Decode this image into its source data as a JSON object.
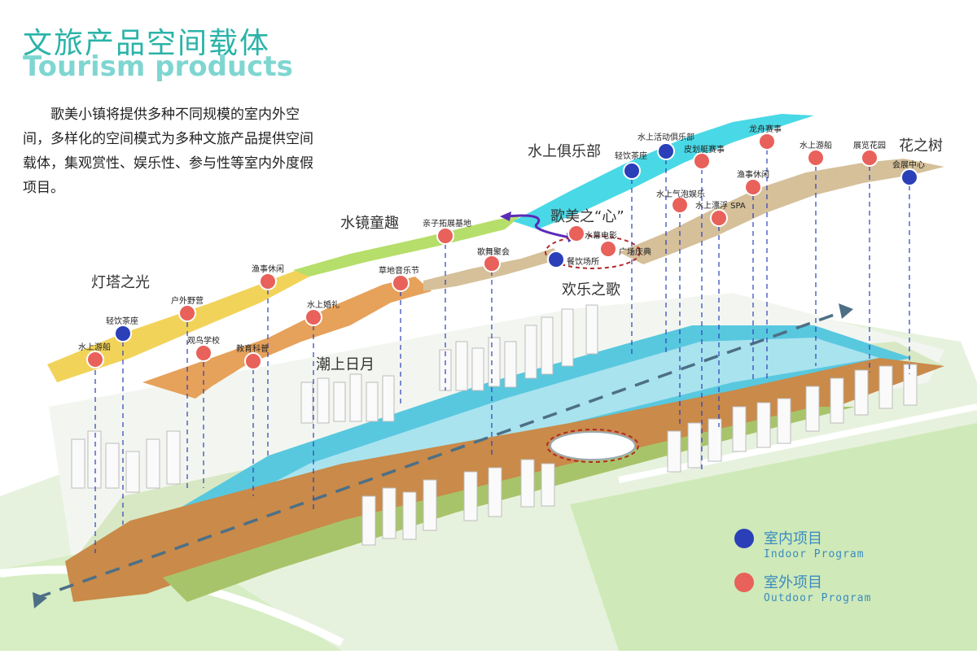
{
  "title": {
    "cn": "文旅产品空间载体",
    "en": "Tourism products"
  },
  "description": "歌美小镇将提供多种不同规模的室内外空间，多样化的空间模式为多种文旅产品提供空间载体，集观赏性、娱乐性、参与性等室内外度假项目。",
  "zones": {
    "lighthouse": "灯塔之光",
    "water_mirror": "水镜童趣",
    "water_club": "水上俱乐部",
    "flower_tree": "花之树",
    "heart": "歌美之“心”",
    "joy_song": "欢乐之歌",
    "tide": "潮上日月"
  },
  "items": {
    "water_boat_1": "水上游船",
    "light_tea_1": "轻饮茶座",
    "outdoor_camp": "户外野营",
    "fishing_leisure_1": "渔事休闲",
    "bird_school": "观鸟学校",
    "education": "教育科普",
    "water_wedding": "水上婚礼",
    "lawn_music": "草地音乐节",
    "parent_child": "亲子拓展基地",
    "song_dance": "歌舞聚会",
    "water_cinema": "水幕电影",
    "dining": "餐饮场所",
    "plaza_ceremony": "广场庆典",
    "light_tea_2": "轻饮茶座",
    "water_club_item": "水上活动俱乐部",
    "canoe": "皮划艇赛事",
    "bubble": "水上气泡娱乐",
    "floating_spa": "水上漂浮 SPA",
    "fishing_leisure_2": "渔事休闲",
    "dragon_boat": "龙舟赛事",
    "water_boat_2": "水上游船",
    "flower_garden": "展览花园",
    "expo_center": "会展中心"
  },
  "legend": {
    "indoor_cn": "室内项目",
    "indoor_en": "Indoor Program",
    "outdoor_cn": "室外项目",
    "outdoor_en": "Outdoor Program"
  },
  "colors": {
    "indoor": "#2a3fb8",
    "outdoor": "#e8615a",
    "water": "#49c7dc",
    "yellow_band": "#f2d35a",
    "green_band": "#b6de6a",
    "orange_band": "#e6a15a",
    "tan_band": "#d5c09a",
    "title": "#2bb3a8"
  }
}
